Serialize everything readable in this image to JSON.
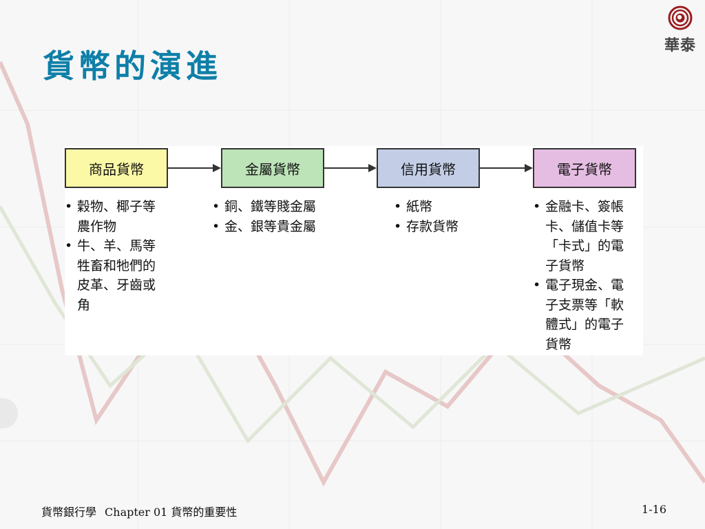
{
  "slide": {
    "title": "貨幣的演進",
    "logo_text": "華泰",
    "footer": {
      "course": "貨幣銀行學",
      "chapter": "Chapter 01 貨幣的重要性",
      "page_number": "1-16"
    }
  },
  "diagram": {
    "stages": [
      {
        "label": "商品貨幣",
        "color": "#fbf8a6",
        "bullets": [
          "穀物、椰子等\n農作物",
          "牛、羊、馬等\n牲畜和牠們的\n皮革、牙齒或\n角"
        ]
      },
      {
        "label": "金屬貨幣",
        "color": "#bde3b8",
        "bullets": [
          "銅、鐵等賤金屬",
          "金、銀等貴金屬"
        ]
      },
      {
        "label": "信用貨幣",
        "color": "#c3cee6",
        "bullets": [
          "紙幣",
          "存款貨幣"
        ]
      },
      {
        "label": "電子貨幣",
        "color": "#e6bde2",
        "bullets": [
          "金融卡、簽帳\n卡、儲值卡等\n「卡式」的電\n子貨幣",
          "電子現金、電\n子支票等「軟\n體式」的電子\n貨幣"
        ]
      }
    ]
  },
  "colors": {
    "title": "#0e7fa8",
    "logo": "#9b1b1e"
  }
}
